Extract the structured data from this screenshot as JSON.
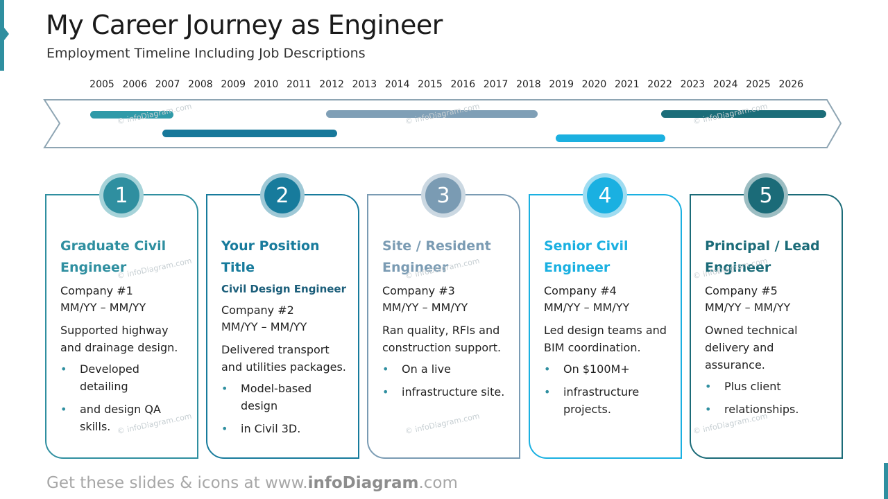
{
  "page": {
    "title": "My Career Journey as Engineer",
    "subtitle": "Employment Timeline Including Job Descriptions"
  },
  "timeline": {
    "years": [
      "2005",
      "2006",
      "2007",
      "2008",
      "2009",
      "2010",
      "2011",
      "2012",
      "2013",
      "2014",
      "2015",
      "2016",
      "2017",
      "2018",
      "2019",
      "2020",
      "2021",
      "2022",
      "2023",
      "2024",
      "2025",
      "2026"
    ],
    "bars": [
      {
        "start": "2004.8",
        "end": "2007.0",
        "color": "#2f9aa8"
      },
      {
        "start": "2007.0",
        "end": "2012.0",
        "color": "#17789a"
      },
      {
        "start": "2012.0",
        "end": "2018.1",
        "color": "#7f9fb6"
      },
      {
        "start": "2019.0",
        "end": "2022.0",
        "color": "#1bb0e0"
      },
      {
        "start": "2022.2",
        "end": "2026.9",
        "color": "#1b6d79"
      }
    ]
  },
  "watermark": "© infoDiagram.com",
  "cards": [
    {
      "number": "1",
      "color": "#2f8fa0",
      "ring": "#a6d3d9",
      "title": "Graduate Civil Engineer",
      "subtitle": "",
      "company": "Company #1",
      "period": "MM/YY – MM/YY",
      "description": "Supported highway and drainage design.",
      "bullets": [
        "Developed detailing",
        "and design QA skills."
      ]
    },
    {
      "number": "2",
      "color": "#177b9c",
      "ring": "#9ec8d6",
      "title": "Your Position Title",
      "subtitle": "Civil Design Engineer",
      "company": "Company #2",
      "period": "MM/YY – MM/YY",
      "description": "Delivered transport and utilities packages.",
      "bullets": [
        "Model-based design",
        "in Civil 3D."
      ]
    },
    {
      "number": "3",
      "color": "#7a9bb3",
      "ring": "#cbd8e2",
      "title": "Site / Resident Engineer",
      "subtitle": "",
      "company": "Company #3",
      "period": "MM/YY – MM/YY",
      "description": "Ran quality, RFIs and construction support.",
      "bullets": [
        "On a live",
        "infrastructure site."
      ]
    },
    {
      "number": "4",
      "color": "#1ab0e1",
      "ring": "#9fdcf1",
      "title": "Senior Civil Engineer",
      "subtitle": "",
      "company": "Company #4",
      "period": "MM/YY – MM/YY",
      "description": "Led design teams and BIM coordination.",
      "bullets": [
        "On $100M+",
        "infrastructure projects."
      ]
    },
    {
      "number": "5",
      "color": "#1b6b78",
      "ring": "#9cbdc2",
      "title": "Principal / Lead Engineer",
      "subtitle": "",
      "company": "Company #5",
      "period": "MM/YY – MM/YY",
      "description": "Owned technical delivery and assurance.",
      "bullets": [
        "Plus client",
        "relationships."
      ]
    }
  ],
  "footer": {
    "prefix": "Get these slides & icons at www.",
    "brand": "infoDiagram",
    "suffix": ".com"
  }
}
